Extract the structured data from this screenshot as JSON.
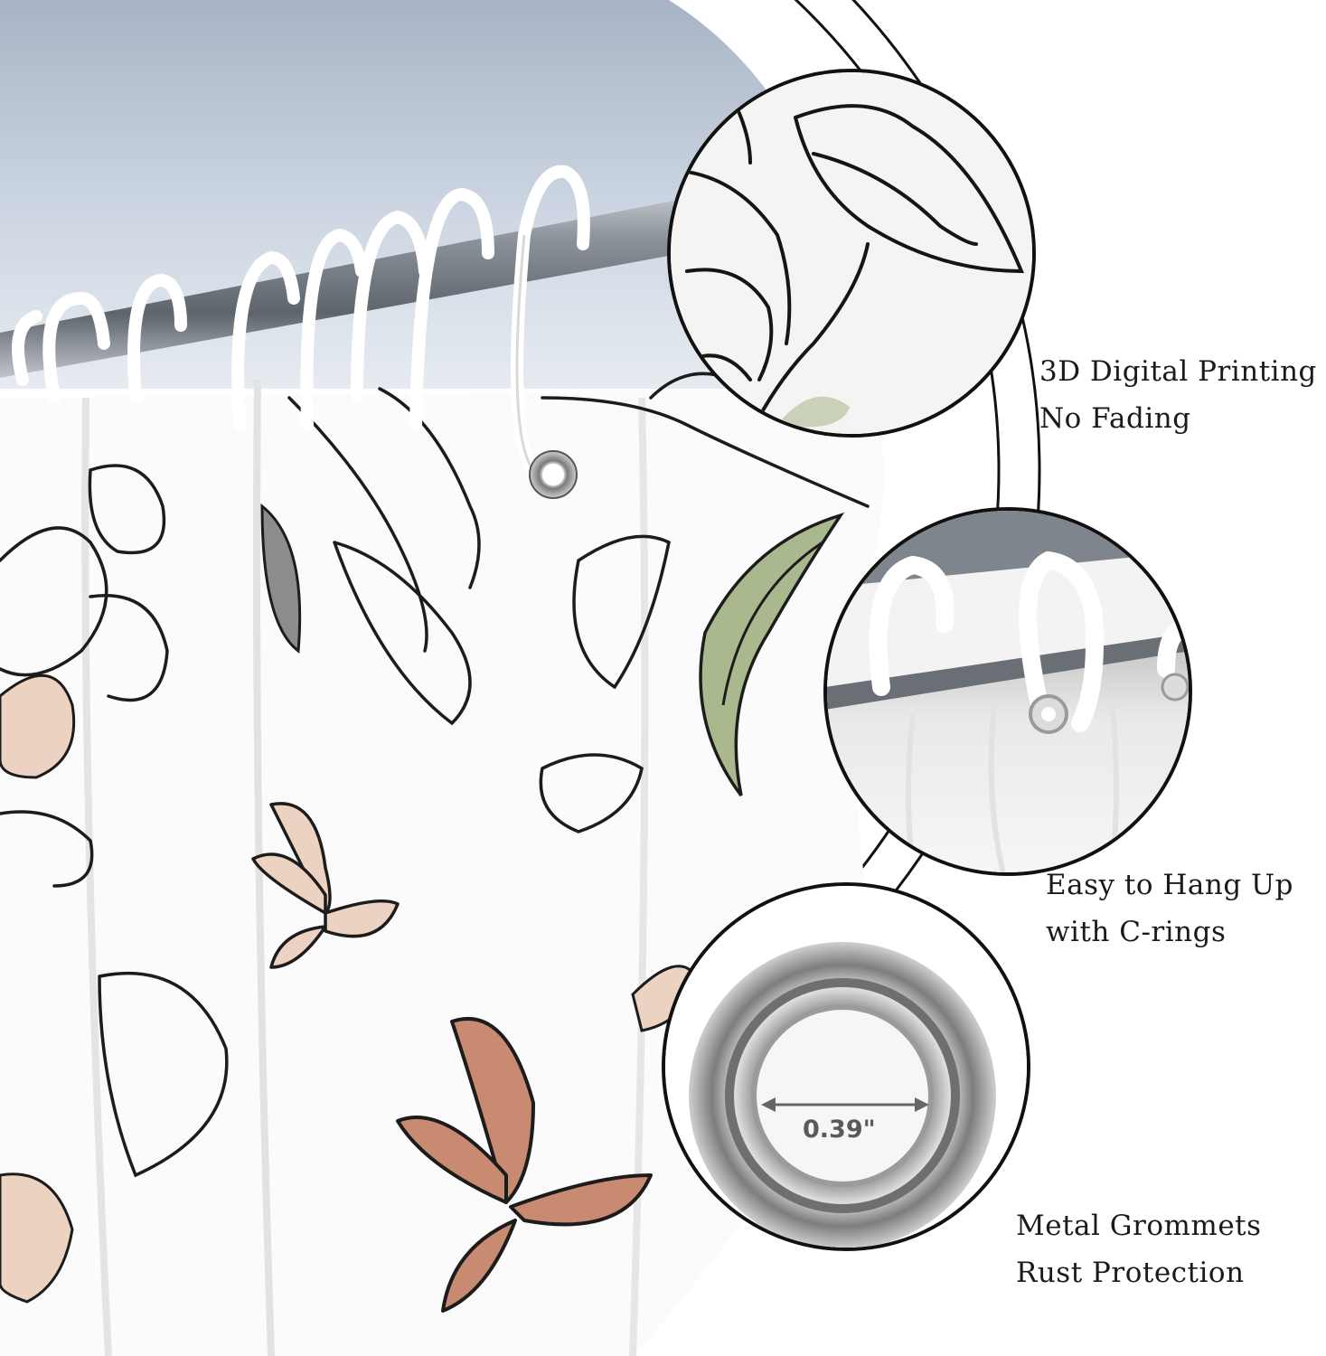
{
  "features": [
    {
      "line1": "3D Digital Printing",
      "line2": "No Fading"
    },
    {
      "line1": "Easy to Hang Up",
      "line2": "with C-rings"
    },
    {
      "line1": "Metal Grommets",
      "line2": "Rust Protection"
    }
  ],
  "grommet_measurement": "0.39\"",
  "colors": {
    "background": "#ffffff",
    "curtain": "#fbfbfb",
    "outline": "#1c1c1c",
    "butterfly_terracotta": "#c98a72",
    "butterfly_blush": "#ecd2c1",
    "leaf_green": "#a9b98d",
    "leaf_grey": "#8c8c8c",
    "wall_blue": "#c9d2df",
    "rod_metal": "#9aa0a8",
    "grommet_silver": "#b9b9b9"
  }
}
